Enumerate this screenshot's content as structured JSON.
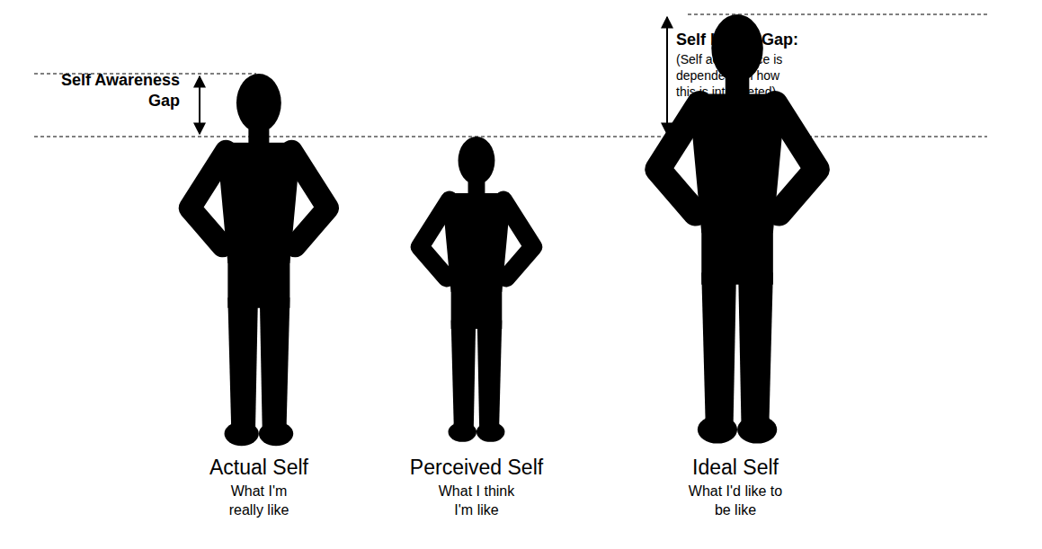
{
  "diagram": {
    "labels": [
      "Self Awareness Gap",
      "Self Image Gap:",
      "(Self acceptance is dependent on how this is interpreted)",
      "Actual Self",
      "What I'm really like",
      "Perceived Self",
      "What I think I'm like",
      "Ideal Self",
      "What I'd like to be like"
    ]
  }
}
